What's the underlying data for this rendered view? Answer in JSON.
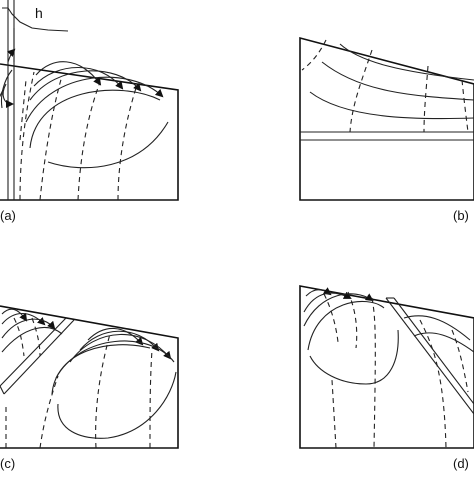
{
  "labels": {
    "h": "h",
    "a": "(a)",
    "b": "(b)",
    "c": "(c)",
    "d": "(d)"
  },
  "colors": {
    "ink": "#111111",
    "background": "#ffffff"
  }
}
